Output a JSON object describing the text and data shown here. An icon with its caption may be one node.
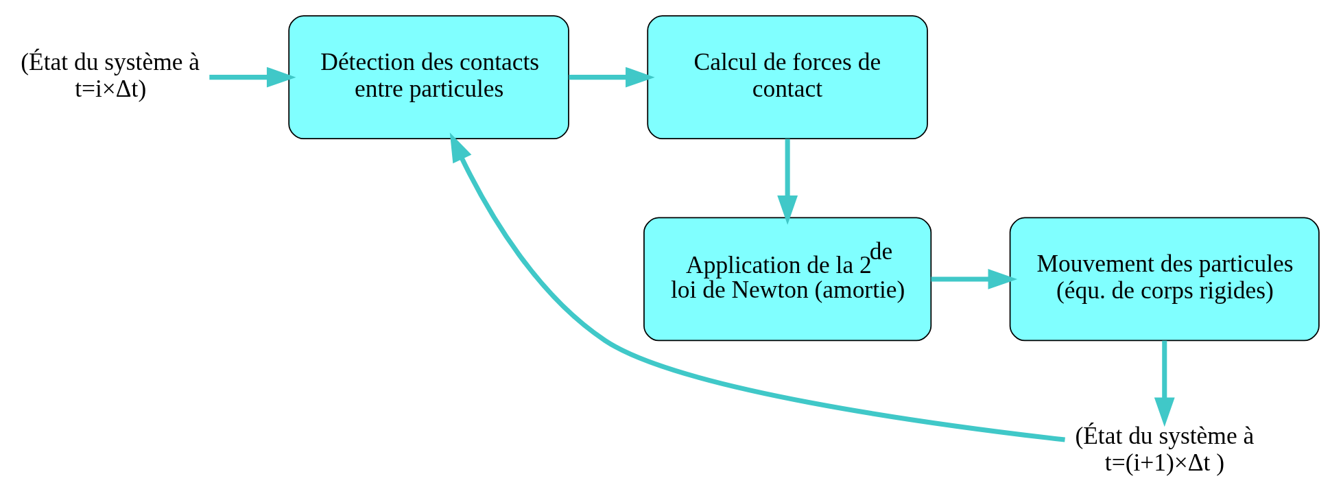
{
  "diagram": {
    "nodes": [
      {
        "text": [
          "(État du système à t=i×Δt)"
        ]
      },
      {
        "text": [
          "Détection des contacts entre particules"
        ]
      },
      {
        "text": [
          "Calcul de forces de contact"
        ]
      },
      {
        "text": [
          "Application de la 2$^{de}$ loi de Newton (amortie)"
        ]
      },
      {
        "text": [
          "Mouvement des particules (équ. de corps rigides)"
        ]
      },
      {
        "text": [
          "(État du système à t=(i+1)×Δt )"
        ]
      }
    ],
    "edges": [
      {
        "from": 0,
        "to": 1,
        "arrow": "to"
      },
      {
        "from": 1,
        "to": 2,
        "arrow": "to"
      },
      {
        "from": 2,
        "to": 3,
        "arrow": "to"
      },
      {
        "from": 3,
        "to": 4,
        "arrow": "to"
      },
      {
        "from": 4,
        "to": 5,
        "arrow": "to"
      },
      {
        "from": 5,
        "to": 1,
        "arrow": "to"
      }
    ]
  }
}
